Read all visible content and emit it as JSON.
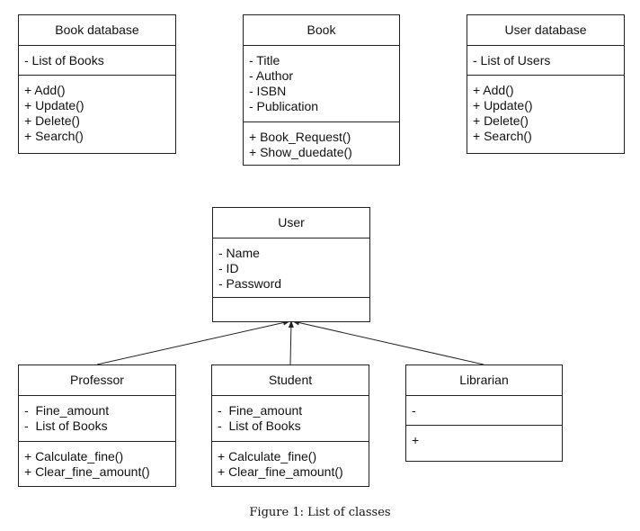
{
  "classes": {
    "book_database": {
      "name": "Book database",
      "attrs": [
        "- List of Books"
      ],
      "ops": [
        "+ Add()",
        "+ Update()",
        "+ Delete()",
        "+ Search()"
      ]
    },
    "book": {
      "name": "Book",
      "attrs": [
        "- Title",
        "- Author",
        "- ISBN",
        "- Publication"
      ],
      "ops": [
        "+ Book_Request()",
        "+ Show_duedate()"
      ]
    },
    "user_database": {
      "name": "User database",
      "attrs": [
        "- List of Users"
      ],
      "ops": [
        "+ Add()",
        "+ Update()",
        "+ Delete()",
        "+ Search()"
      ]
    },
    "user": {
      "name": "User",
      "attrs": [
        "- Name",
        "- ID",
        "- Password"
      ],
      "ops": []
    },
    "professor": {
      "name": "Professor",
      "attrs": [
        "-  Fine_amount",
        "-  List of Books"
      ],
      "ops": [
        "+ Calculate_fine()",
        "+ Clear_fine_amount()"
      ]
    },
    "student": {
      "name": "Student",
      "attrs": [
        "-  Fine_amount",
        "-  List of Books"
      ],
      "ops": [
        "+ Calculate_fine()",
        "+ Clear_fine_amount()"
      ]
    },
    "librarian": {
      "name": "Librarian",
      "attrs": [
        "-"
      ],
      "ops": [
        "+"
      ]
    }
  },
  "caption": "Figure 1: List of classes"
}
